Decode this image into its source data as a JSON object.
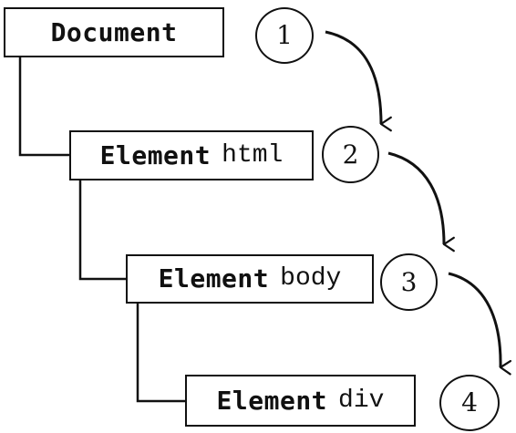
{
  "nodes": [
    {
      "kind": "Document",
      "tag": ""
    },
    {
      "kind": "Element",
      "tag": "html"
    },
    {
      "kind": "Element",
      "tag": "body"
    },
    {
      "kind": "Element",
      "tag": "div"
    }
  ],
  "traversal_steps": [
    "1",
    "2",
    "3",
    "4"
  ],
  "colors": {
    "stroke": "#111111",
    "background": "#ffffff"
  }
}
